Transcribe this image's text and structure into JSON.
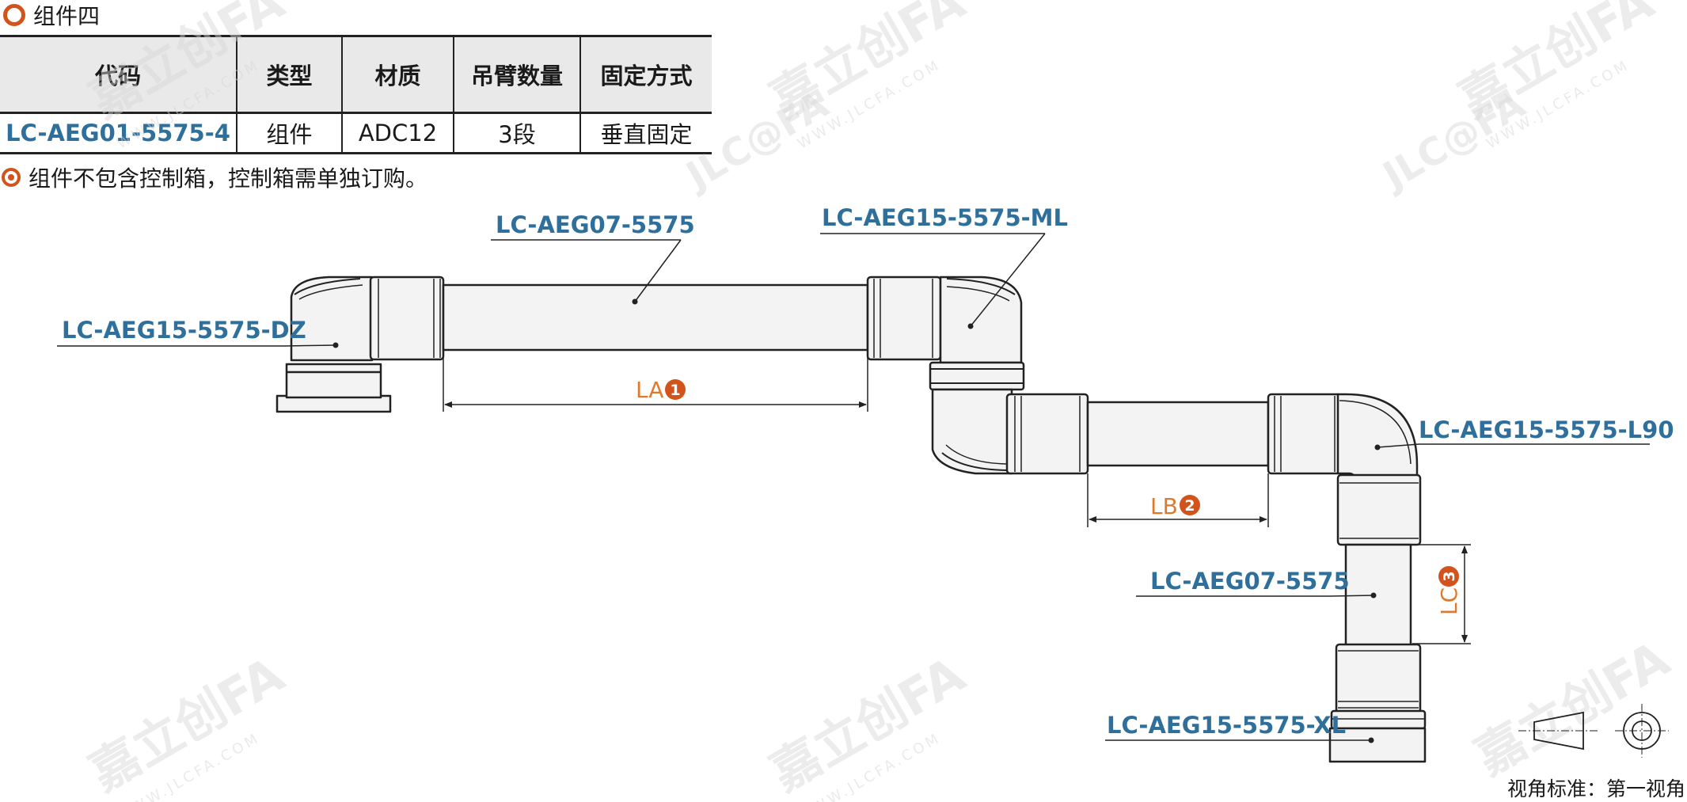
{
  "section": {
    "title": "组件四"
  },
  "table": {
    "headers": [
      "代码",
      "类型",
      "材质",
      "吊臂数量",
      "固定方式"
    ],
    "row": [
      "LC-AEG01-5575-4",
      "组件",
      "ADC12",
      "3段",
      "垂直固定"
    ]
  },
  "note": "组件不包含控制箱，控制箱需单独订购。",
  "labels": {
    "top_tube": "LC-AEG07-5575",
    "top_elbow": "LC-AEG15-5575-ML",
    "base_joint": "LC-AEG15-5575-DZ",
    "right_elbow": "LC-AEG15-5575-L90",
    "vertical_tube": "LC-AEG07-5575",
    "bottom_joint": "LC-AEG15-5575-XL"
  },
  "dimensions": {
    "la": {
      "text": "LA",
      "num": "1"
    },
    "lb": {
      "text": "LB",
      "num": "2"
    },
    "lc": {
      "text": "LC",
      "num": "3"
    }
  },
  "watermark": {
    "brand": "嘉立创FA",
    "logo": "JLC@FA",
    "url": "WWW.JLCFA.COM"
  },
  "view_standard": "视角标准：第一视角",
  "colors": {
    "accent": "#d2541c",
    "label_blue": "#2f6f9c",
    "dimension_orange": "#e07a2a"
  }
}
